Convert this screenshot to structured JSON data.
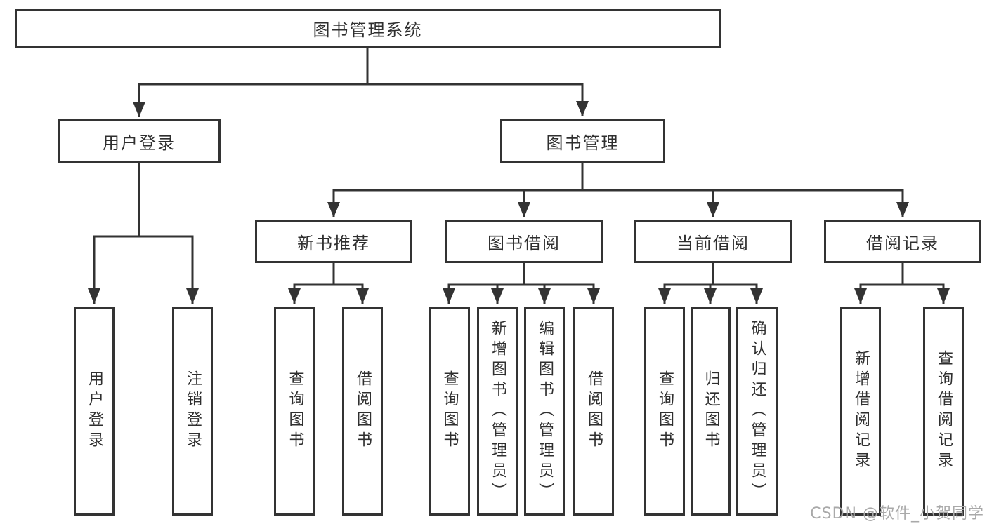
{
  "tree": {
    "root": {
      "label": "图书管理系统",
      "children": [
        {
          "label": "用户登录",
          "children": [
            {
              "label": "用户登录"
            },
            {
              "label": "注销登录"
            }
          ]
        },
        {
          "label": "图书管理",
          "children": [
            {
              "label": "新书推荐",
              "children": [
                {
                  "label": "查询图书"
                },
                {
                  "label": "借阅图书"
                }
              ]
            },
            {
              "label": "图书借阅",
              "children": [
                {
                  "label": "查询图书"
                },
                {
                  "label": "新增图书（管理员）"
                },
                {
                  "label": "编辑图书（管理员）"
                },
                {
                  "label": "借阅图书"
                }
              ]
            },
            {
              "label": "当前借阅",
              "children": [
                {
                  "label": "查询图书"
                },
                {
                  "label": "归还图书"
                },
                {
                  "label": "确认归还（管理员）"
                }
              ]
            },
            {
              "label": "借阅记录",
              "children": [
                {
                  "label": "新增借阅记录"
                },
                {
                  "label": "查询借阅记录"
                }
              ]
            }
          ]
        }
      ]
    }
  },
  "watermark": {
    "text": "CSDN @软件_小贺同学"
  },
  "colors": {
    "line": "#333333",
    "box_border": "#333333",
    "box_fill": "#ffffff",
    "text": "#2f2f2f",
    "watermark": "#a9a9a9",
    "background": "#ffffff"
  }
}
